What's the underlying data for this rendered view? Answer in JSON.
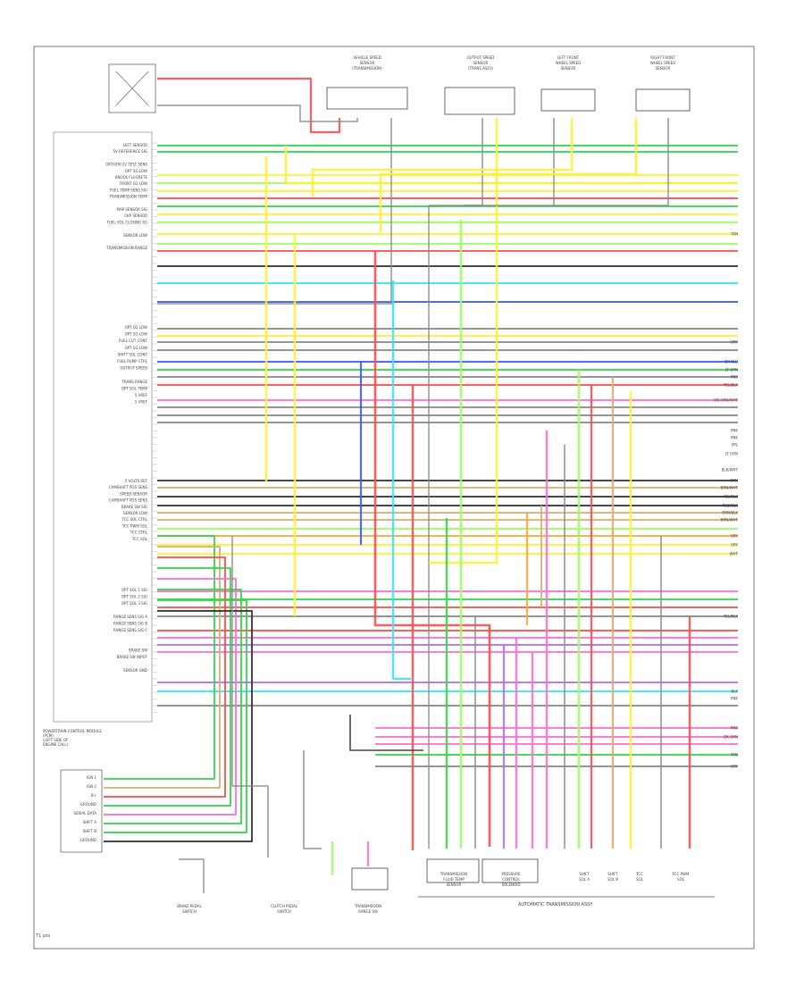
{
  "diagram": {
    "footer_code": "T1 pss",
    "ecm_title": [
      "POWERTRAIN CONTROL MODULE",
      "(PCM)",
      "(LEFT SIDE OF",
      "ENGINE CALL)"
    ],
    "left_labels_top": [
      "LEFT SENSOR",
      "5V REFERENCE SIG",
      "",
      "OXYGEN O2 TEST SENS",
      "OPT SG LOW",
      "KNOCK FLUORETE",
      "FRONT O2 LOW",
      "FUEL TEMP SENS SIG",
      "TRANSMISSION TEMP",
      "",
      "MAP SENSOR SIG",
      "CKP SENSOR",
      "FUEL VOL CLOSING SG",
      "",
      "SENSOR LOW",
      "",
      "TRANSMISSION RANGE"
    ],
    "left_labels_mid": [
      "OPT O2 LOW",
      "OPT SG LOW",
      "FUEL CUT CONT",
      "OPT SG LOW",
      "SHIFT SOL CONT",
      "FUEL PUMP CTRL",
      "OUTPUT SPEED",
      "",
      "TRANS RANGE",
      "OPT SOL TEMP",
      "5 VREF",
      "5 VREF"
    ],
    "left_labels_low": [
      "5 VOLTS REF",
      "CAMSHAFT POS SENS",
      "SPEED SENSOR",
      "CAMSHAFT POS SENS",
      "BRAKE SW SIG",
      "SENSOR LOW",
      "TCC SOL CTRL",
      "TCC PWM SOL",
      "TCC CTRL",
      "TCC SOL"
    ],
    "left_labels_bottom": [
      "OPT SOL 1 SIG",
      "OPT SOL 2 SIG",
      "OPT SOL 3 SIG",
      "",
      "RANGE SENS SIG A",
      "RANGE SENS SIG B",
      "RANGE SENS SIG C",
      "",
      "",
      "BRAKE SW",
      "BRAKE SW INPUT",
      "",
      "SENSOR GND"
    ],
    "connector_pins": [
      "IGN 1",
      "IGN 2",
      "B+",
      "GROUND",
      "SERIAL DATA",
      "SHIFT A",
      "SHIFT B",
      "GROUND"
    ],
    "top_components": [
      {
        "lines": [
          "VEHICLE SPEED",
          "SENSOR",
          "(TRANSMISSION)"
        ]
      },
      {
        "lines": [
          "OUTPUT SPEED",
          "SENSOR",
          "(TRANS ASSY)"
        ]
      },
      {
        "lines": [
          "LEFT FRONT",
          "WHEEL SPEED",
          "SENSOR"
        ]
      },
      {
        "lines": [
          "RIGHT FRONT",
          "WHEEL SPEED",
          "SENSOR"
        ]
      }
    ],
    "bottom_components": [
      {
        "lines": [
          "BRAKE PEDAL",
          "SWITCH"
        ]
      },
      {
        "lines": [
          "CLUTCH PEDAL",
          "SWITCH"
        ]
      },
      {
        "lines": [
          "TRANSMISSION",
          "RANGE SW"
        ]
      }
    ],
    "trans_assembly_label": "AUTOMATIC TRANSMISSION ASSY",
    "trans_parts": [
      {
        "lines": [
          "TRANSMISSION",
          "FLUID TEMP",
          "SENSOR"
        ]
      },
      {
        "lines": [
          "PRESSURE",
          "CONTROL",
          "SOLENOID"
        ]
      },
      {
        "lines": [
          "SHIFT",
          "SOL A"
        ]
      },
      {
        "lines": [
          "SHIFT",
          "SOL B"
        ]
      },
      {
        "lines": [
          "TCC",
          "SOL"
        ]
      },
      {
        "lines": [
          "TCC PWM",
          "SOL"
        ]
      }
    ],
    "right_tags": [
      "TAN",
      "GRY",
      "DK BLU",
      "LT GRN",
      "PNK",
      "YEL/BLK",
      "DK GRN/WHT",
      "PNK",
      "PNK",
      "PPL",
      "LT GRN",
      "BLK/WHT",
      "ORN",
      "BRN/WHT",
      "YEL/BLK",
      "RED/BLK",
      "ORN/BLK",
      "BRN/WHT",
      "GRY",
      "GRY",
      "WHT",
      "YEL/BLK",
      "BLK",
      "PNK",
      "PNK",
      "DK GRN",
      "TAN",
      "GRY"
    ],
    "colors": {
      "red": "#ff4d4d",
      "pink": "#ff6fd0",
      "yellow": "#ffef33",
      "green": "#33d64a",
      "lime": "#9aff5a",
      "cyan": "#33e6ff",
      "blue": "#3a5cff",
      "orange": "#ffa733",
      "tan": "#d8b070",
      "gray": "#8a8a8a",
      "black": "#333333",
      "purple": "#b06cff"
    }
  }
}
